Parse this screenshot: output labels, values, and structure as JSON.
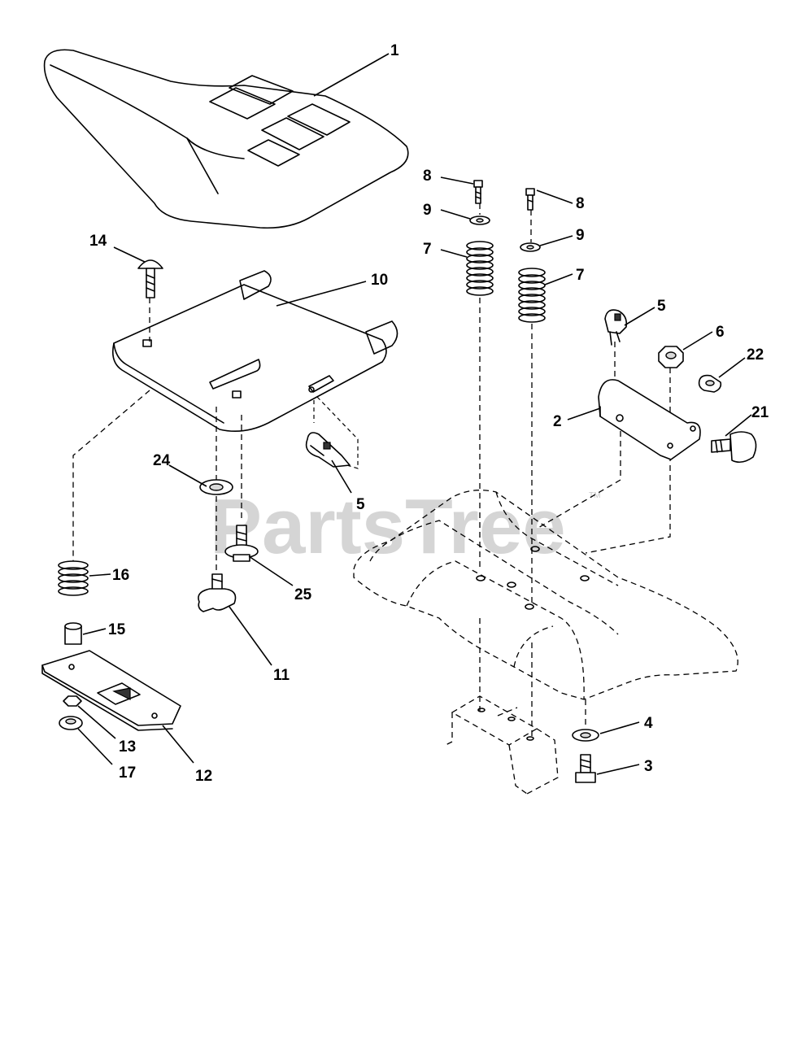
{
  "watermark": {
    "text": "PartsTree",
    "mark": "TM"
  },
  "callouts": {
    "c1": "1",
    "c2": "2",
    "c3": "3",
    "c4": "4",
    "c5a": "5",
    "c5b": "5",
    "c6": "6",
    "c7a": "7",
    "c7b": "7",
    "c8a": "8",
    "c8b": "8",
    "c9a": "9",
    "c9b": "9",
    "c10": "10",
    "c11": "11",
    "c12": "12",
    "c13": "13",
    "c14": "14",
    "c15": "15",
    "c16": "16",
    "c17": "17",
    "c21": "21",
    "c22": "22",
    "c24": "24",
    "c25": "25"
  }
}
